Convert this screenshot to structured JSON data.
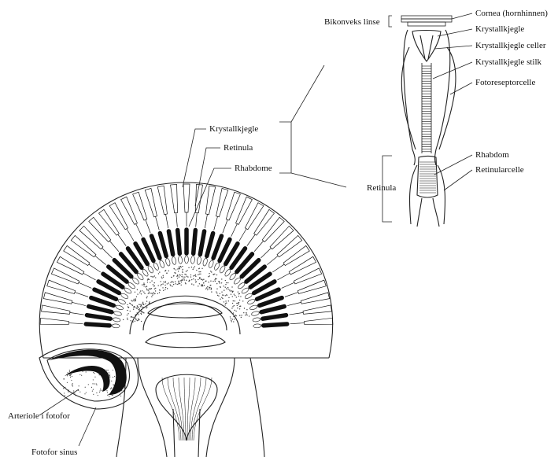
{
  "colors": {
    "ink": "#111111",
    "paper": "#ffffff",
    "dots": "#444444"
  },
  "eye_section": {
    "labels": {
      "crystalline_cone": "Krystallkjegle",
      "retinula": "Retinula",
      "rhabdome": "Rhabdome",
      "arteriole": "Arteriole i fotofor",
      "photophore_sinus": "Fotofor sinus"
    }
  },
  "ommatidium": {
    "labels": {
      "biconvex_lens": "Bikonveks linse",
      "cornea": "Cornea (hornhinnen)",
      "crystalline_cone": "Krystallkjegle",
      "cone_cells": "Krystallkjegle celler",
      "cone_stalk": "Krystallkjegle stilk",
      "photoreceptor": "Fotoreseptorcelle",
      "rhabdom": "Rhabdom",
      "retinular_cell": "Retinularcelle",
      "retinula": "Retinula"
    }
  }
}
